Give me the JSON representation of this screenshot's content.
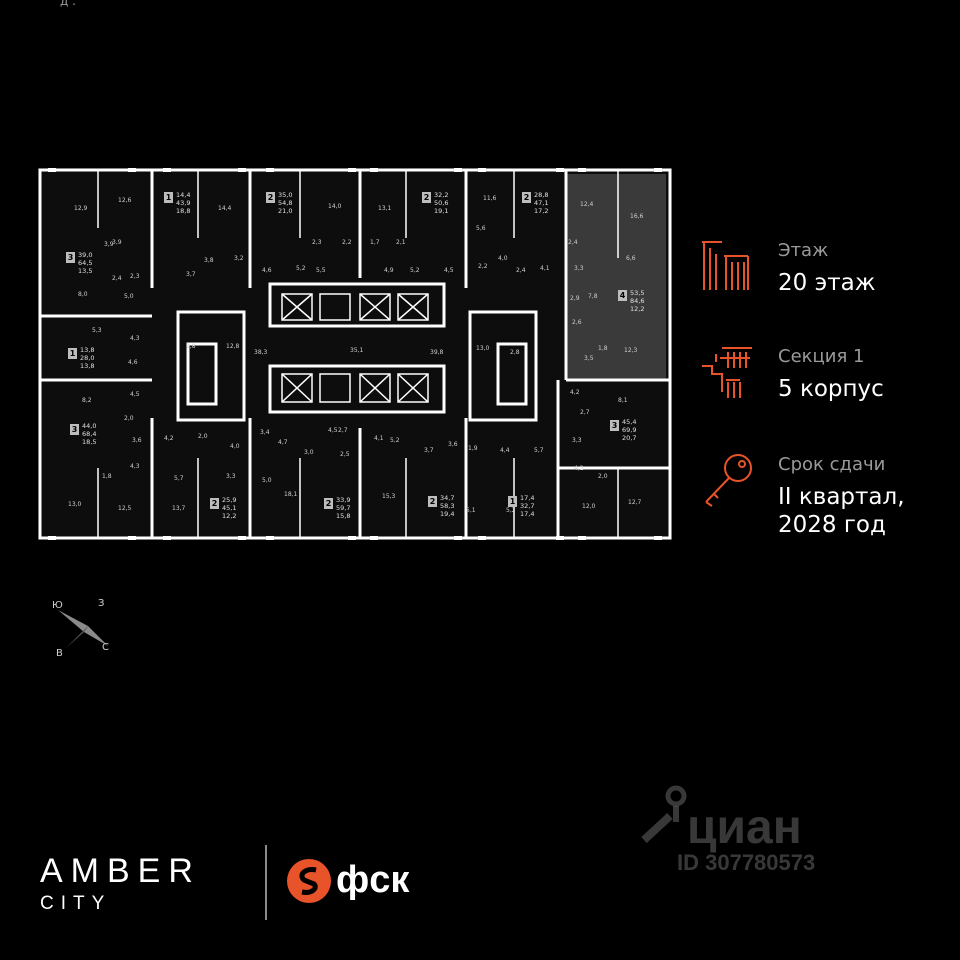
{
  "top_fragment": "д .",
  "plan": {
    "units": [
      {
        "rooms": "1",
        "areas": [
          "14,4",
          "43,9",
          "18,8"
        ]
      },
      {
        "rooms": "2",
        "areas": [
          "35,0",
          "54,8",
          "21,0"
        ]
      },
      {
        "rooms": "2",
        "areas": [
          "32,2",
          "50,6",
          "19,1"
        ]
      },
      {
        "rooms": "2",
        "areas": [
          "28,8",
          "47,1",
          "17,2"
        ]
      },
      {
        "rooms": "3",
        "areas": [
          "39,0",
          "64,5",
          "13,5"
        ]
      },
      {
        "rooms": "4",
        "areas": [
          "53,5",
          "84,6",
          "12,2"
        ]
      },
      {
        "rooms": "1",
        "areas": [
          "13,8",
          "28,0",
          "13,8"
        ]
      },
      {
        "rooms": "3",
        "areas": [
          "44,0",
          "68,4",
          "18,5"
        ]
      },
      {
        "rooms": "3",
        "areas": [
          "45,4",
          "69,9",
          "20,7"
        ]
      },
      {
        "rooms": "2",
        "areas": [
          "25,9",
          "45,1",
          "12,2"
        ]
      },
      {
        "rooms": "2",
        "areas": [
          "33,9",
          "59,7",
          "15,8"
        ]
      },
      {
        "rooms": "2",
        "areas": [
          "34,7",
          "58,3",
          "19,4"
        ]
      },
      {
        "rooms": "1",
        "areas": [
          "17,4",
          "32,7",
          "17,4"
        ]
      }
    ],
    "room_labels": [
      "12,9",
      "12,6",
      "14,4",
      "14,0",
      "13,1",
      "11,6",
      "12,4",
      "16,6",
      "3,9",
      "3,9",
      "2,4",
      "2,3",
      "5,0",
      "8,0",
      "3,7",
      "3,8",
      "3,2",
      "4,6",
      "5,2",
      "2,3",
      "5,5",
      "2,2",
      "1,7",
      "2,1",
      "4,9",
      "5,2",
      "4,5",
      "5,6",
      "2,2",
      "4,0",
      "2,4",
      "4,1",
      "2,4",
      "3,3",
      "6,6",
      "2,9",
      "7,8",
      "2,6",
      "1,8",
      "3,5",
      "12,3",
      "5,3",
      "4,3",
      "4,6",
      "2,8",
      "12,8",
      "38,3",
      "35,1",
      "39,8",
      "13,0",
      "2,8",
      "8,2",
      "4,5",
      "2,0",
      "3,6",
      "4,3",
      "4,2",
      "2,0",
      "4,0",
      "3,4",
      "4,7",
      "3,0",
      "4,5",
      "2,7",
      "2,5",
      "4,1",
      "5,2",
      "3,7",
      "3,6",
      "1,9",
      "4,4",
      "5,7",
      "4,2",
      "2,7",
      "8,1",
      "3,3",
      "4,2",
      "2,0",
      "1,8",
      "12,5",
      "13,0",
      "5,7",
      "13,7",
      "3,3",
      "5,0",
      "18,1",
      "15,3",
      "5,1",
      "5,2",
      "12,0",
      "12,7"
    ]
  },
  "info": {
    "floor": {
      "label": "Этаж",
      "value": "20 этаж"
    },
    "section": {
      "label": "Секция 1",
      "value": "5 корпус"
    },
    "deadline": {
      "label": "Срок сдачи",
      "value_line1": "II квартал,",
      "value_line2": "2028 год"
    }
  },
  "compass": {
    "n": "С",
    "s": "Ю",
    "w": "З",
    "e": "В"
  },
  "brand": {
    "amber": "AMBER",
    "city": "CITY",
    "fsk": "фск"
  },
  "watermark": {
    "text": "циан",
    "id": "ID 307780573"
  },
  "colors": {
    "accent": "#e8532a",
    "background": "#000000",
    "plan_fill": "#0d0d0d",
    "highlight_unit": "#3a3a3a"
  }
}
